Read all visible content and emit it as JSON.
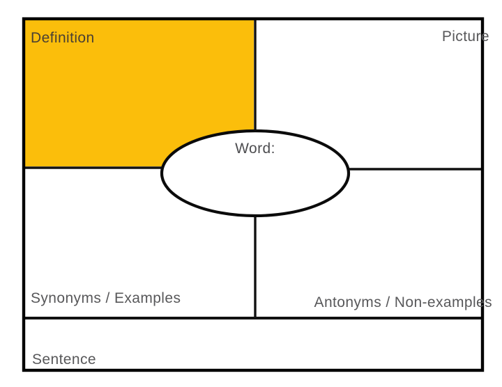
{
  "graphic_organizer": {
    "type": "frayer-model",
    "title_cell": {
      "id": "word",
      "label": "Word:"
    },
    "quadrants": [
      {
        "id": "definition",
        "label": "Definition",
        "fill": "#FBBE0B",
        "position": "top-left",
        "label_align": "left"
      },
      {
        "id": "picture",
        "label": "Picture",
        "fill": "#FFFFFF",
        "position": "top-right",
        "label_align": "right"
      },
      {
        "id": "synonyms",
        "label": "Synonyms / Examples",
        "fill": "#FFFFFF",
        "position": "bottom-left",
        "label_align": "left"
      },
      {
        "id": "antonyms",
        "label": "Antonyms / Non-examples",
        "fill": "#FFFFFF",
        "position": "bottom-right",
        "label_align": "right"
      }
    ],
    "footer_cell": {
      "id": "sentence",
      "label": "Sentence",
      "fill": "#FFFFFF",
      "label_align": "left"
    },
    "colors": {
      "highlight": "#FBBE0B",
      "stroke": "#010101",
      "background": "#FFFFFF",
      "text": "#58585A"
    }
  }
}
